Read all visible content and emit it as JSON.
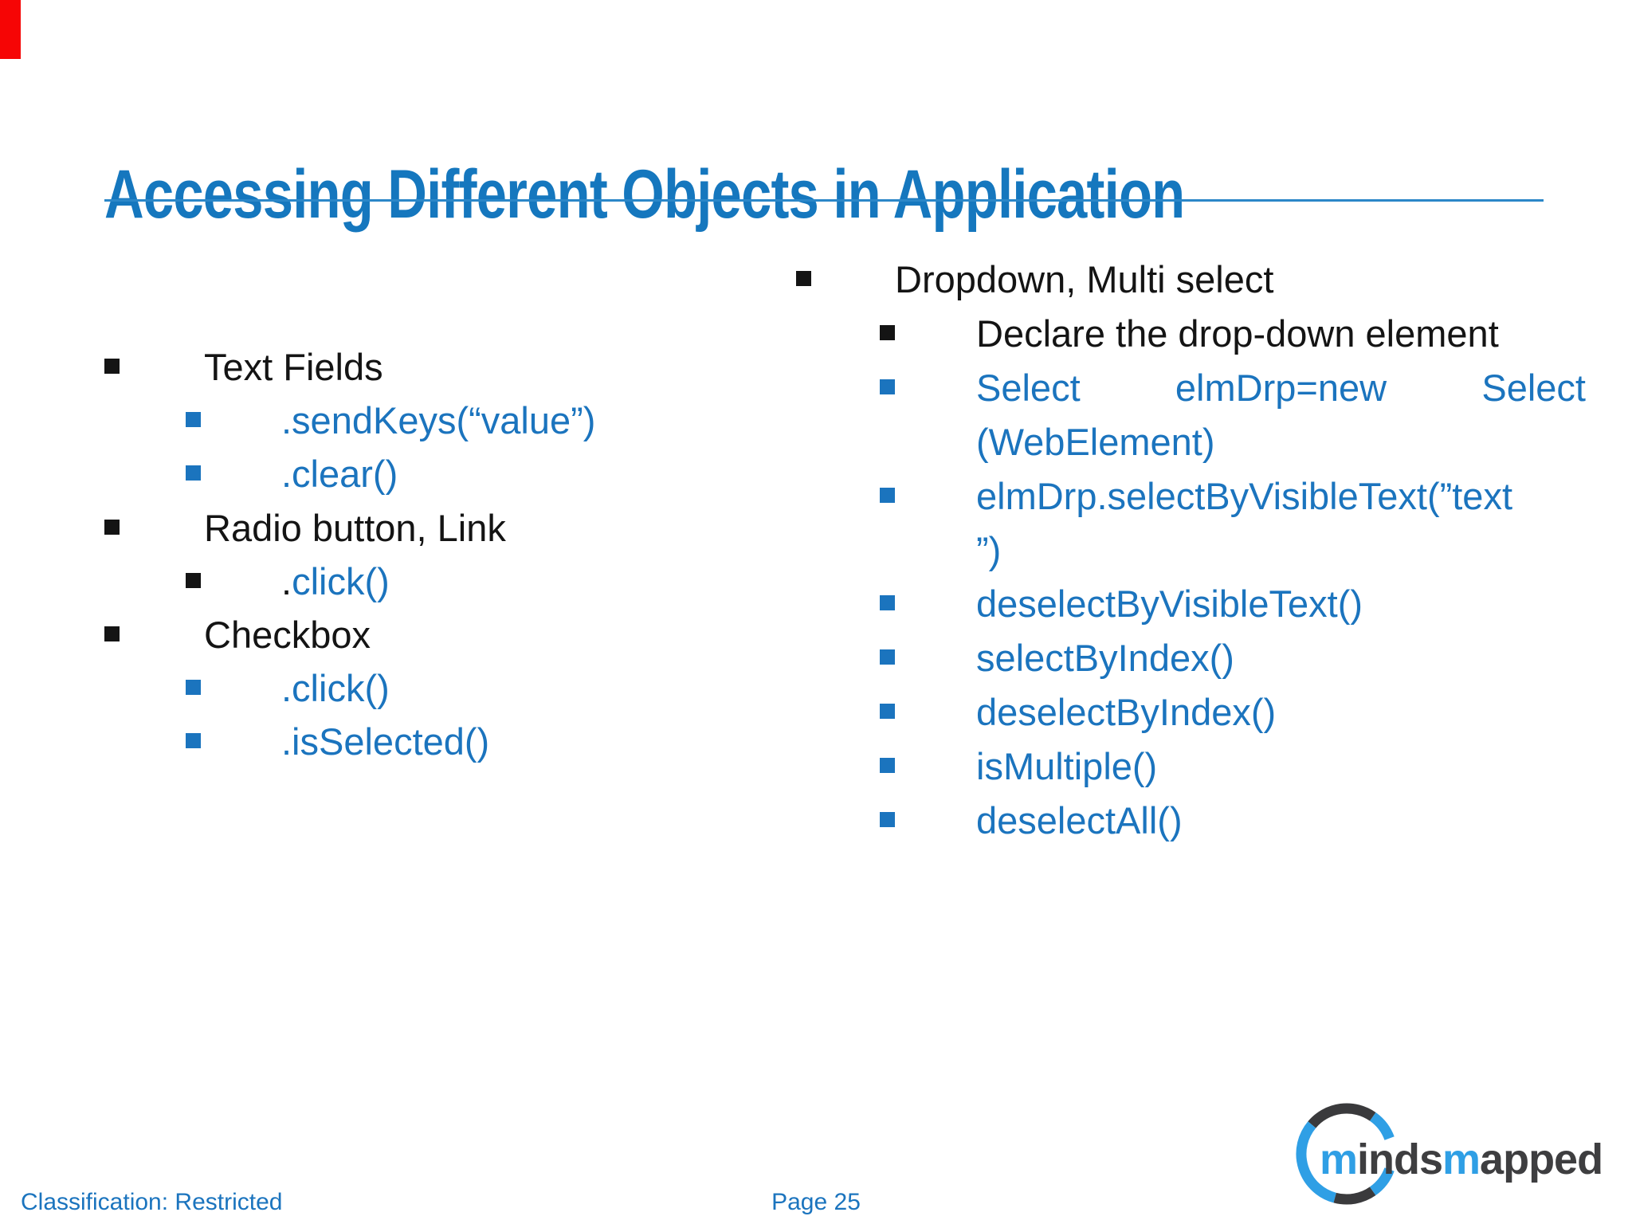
{
  "title": {
    "text": "Accessing Different Objects in Application",
    "color": "#1577BE",
    "underline_color": "#2B87C8"
  },
  "accent": {
    "red_bar_color": "#f60505"
  },
  "colors": {
    "blue": "#1B74BE",
    "black": "#141414"
  },
  "bullets": {
    "left": [
      {
        "text": "Text Fields",
        "style": "black",
        "bullet": "black",
        "level": 1
      },
      {
        "text": ".sendKeys(“value”)",
        "style": "blue",
        "bullet": "blue",
        "level": 2
      },
      {
        "text": ".clear()",
        "style": "blue",
        "bullet": "blue",
        "level": 2
      },
      {
        "text": "Radio button, Link",
        "style": "black",
        "bullet": "black",
        "level": 1
      },
      {
        "text": ".click()",
        "style": "blue",
        "bullet": "black",
        "level": 2,
        "dark_prefix": "."
      },
      {
        "text": "Checkbox",
        "style": "black",
        "bullet": "black",
        "level": 1
      },
      {
        "text": ".click()",
        "style": "blue",
        "bullet": "blue",
        "level": 2
      },
      {
        "text": ".isSelected()",
        "style": "blue",
        "bullet": "blue",
        "level": 2
      }
    ],
    "right": [
      {
        "text": "Dropdown, Multi select",
        "style": "black",
        "bullet": "black",
        "level": 1
      },
      {
        "text": "Declare the drop-down element",
        "style": "black",
        "bullet": "black",
        "level": 2
      },
      {
        "text": "Select elmDrp=new Select",
        "style": "blue",
        "bullet": "blue",
        "level": 2,
        "justify": true
      },
      {
        "text": "(WebElement)",
        "style": "blue",
        "bullet": "none",
        "level": 2
      },
      {
        "text": "elmDrp.selectByVisibleText(”text",
        "style": "blue",
        "bullet": "blue",
        "level": 2
      },
      {
        "text": "”)",
        "style": "blue",
        "bullet": "none",
        "level": 2
      },
      {
        "text": "deselectByVisibleText()",
        "style": "blue",
        "bullet": "blue",
        "level": 2
      },
      {
        "text": "selectByIndex()",
        "style": "blue",
        "bullet": "blue",
        "level": 2
      },
      {
        "text": "deselectByIndex()",
        "style": "blue",
        "bullet": "blue",
        "level": 2
      },
      {
        "text": "isMultiple()",
        "style": "blue",
        "bullet": "blue",
        "level": 2
      },
      {
        "text": "deselectAll()",
        "style": "blue",
        "bullet": "blue",
        "level": 2
      }
    ]
  },
  "footer": {
    "classification": "Classification: Restricted",
    "page_label": "Page 25",
    "color": "#1B74BE"
  },
  "logo": {
    "segments": [
      {
        "text": "m",
        "color": "#2F9FE5"
      },
      {
        "text": "inds",
        "color": "#3E3E40"
      },
      {
        "text": "m",
        "color": "#2F9FE5"
      },
      {
        "text": "apped",
        "color": "#3E3E40"
      }
    ],
    "ring": {
      "dark": "#3A3A3C",
      "blue": "#2F9FE5"
    }
  }
}
